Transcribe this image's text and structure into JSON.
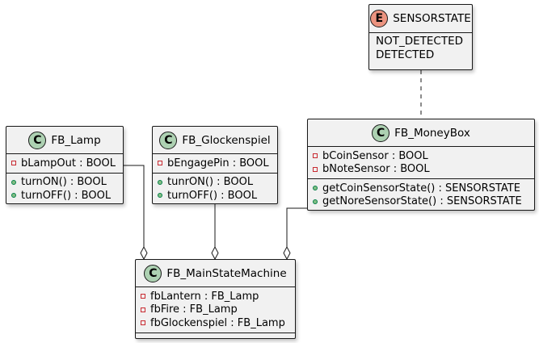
{
  "enum": {
    "badge": "E",
    "name": "SENSORSTATE",
    "values": [
      "NOT_DETECTED",
      "DETECTED"
    ]
  },
  "classes": {
    "lamp": {
      "badge": "C",
      "name": "FB_Lamp",
      "attributes": [
        "bLampOut : BOOL"
      ],
      "methods": [
        "turnON() : BOOL",
        "turnOFF() : BOOL"
      ]
    },
    "glockenspiel": {
      "badge": "C",
      "name": "FB_Glockenspiel",
      "attributes": [
        "bEngagePin : BOOL"
      ],
      "methods": [
        "tunrON() : BOOL",
        "turnOFF() : BOOL"
      ]
    },
    "moneybox": {
      "badge": "C",
      "name": "FB_MoneyBox",
      "attributes": [
        "bCoinSensor : BOOL",
        "bNoteSensor : BOOL"
      ],
      "methods": [
        "getCoinSensorState() : SENSORSTATE",
        "getNoreSensorState() : SENSORSTATE"
      ]
    },
    "main": {
      "badge": "C",
      "name": "FB_MainStateMachine",
      "attributes": [
        "fbLantern : FB_Lamp",
        "fbFire : FB_Lamp",
        "fbGlockenspiel : FB_Lamp"
      ],
      "methods": []
    }
  },
  "colors": {
    "class_badge": "#add1b2",
    "enum_badge": "#eb937f",
    "box_fill": "#f1f1f1",
    "private_marker": "#c82930",
    "public_marker": "#038048"
  }
}
